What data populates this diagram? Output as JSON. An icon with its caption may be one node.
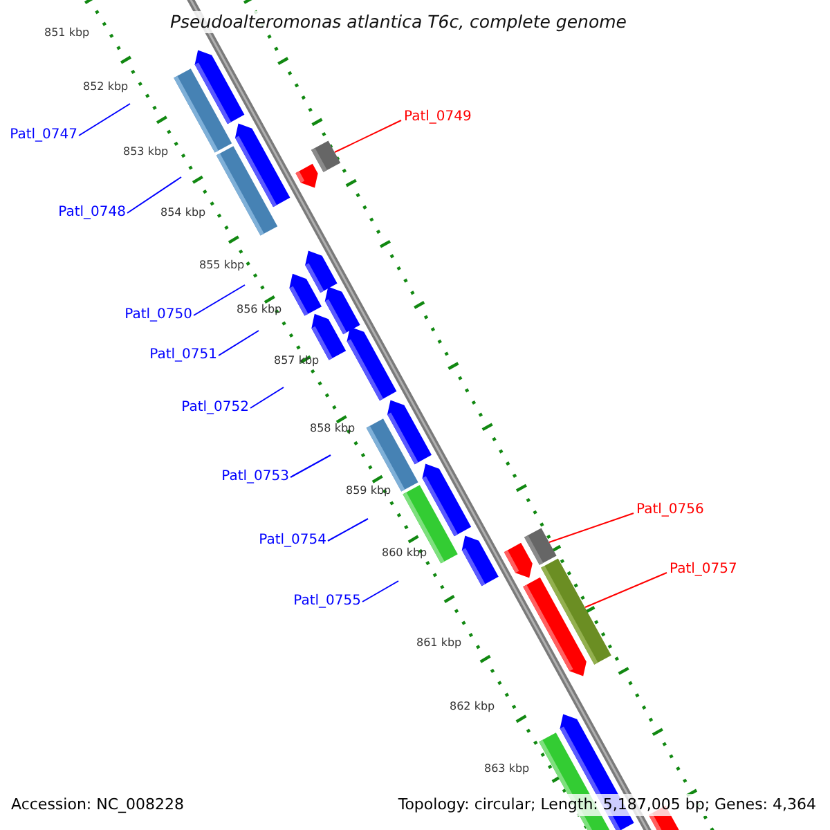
{
  "diagram": {
    "title": "Pseudoalteromonas atlantica T6c, complete genome",
    "nodes": [
      {
        "text": [
          "Patl_0747"
        ]
      },
      {
        "text": [
          "Patl_0748"
        ]
      },
      {
        "text": [
          "Patl_0749"
        ]
      },
      {
        "text": [
          "Patl_0750"
        ]
      },
      {
        "text": [
          "Patl_0751"
        ]
      },
      {
        "text": [
          "Patl_0752"
        ]
      },
      {
        "text": [
          "Patl_0753"
        ]
      },
      {
        "text": [
          "Patl_0754"
        ]
      },
      {
        "text": [
          "Patl_0755"
        ]
      },
      {
        "text": [
          "Patl_0756"
        ]
      },
      {
        "text": [
          "Patl_0757"
        ]
      },
      {
        "text": [],
        "shape": "bar"
      },
      {
        "text": [],
        "shape": "bar"
      },
      {
        "text": [],
        "shape": "bar"
      }
    ],
    "edges": [
      {
        "from": 0,
        "to": null,
        "arrow": "none"
      },
      {
        "from": 1,
        "to": null,
        "arrow": "none"
      },
      {
        "from": 2,
        "to": 11,
        "arrow": "none",
        "color": "#ff0000"
      },
      {
        "from": 3,
        "to": null,
        "arrow": "none"
      },
      {
        "from": 4,
        "to": null,
        "arrow": "none"
      },
      {
        "from": 5,
        "to": null,
        "arrow": "none"
      },
      {
        "from": 6,
        "to": null,
        "arrow": "none"
      },
      {
        "from": 7,
        "to": null,
        "arrow": "none"
      },
      {
        "from": 8,
        "to": null,
        "arrow": "none"
      },
      {
        "from": 9,
        "to": 12,
        "arrow": "none",
        "color": "#ff0000"
      },
      {
        "from": 10,
        "to": 13,
        "arrow": "none",
        "color": "#ff0000"
      }
    ],
    "labels": [
      "851 kbp",
      "852 kbp",
      "853 kbp",
      "854 kbp",
      "855 kbp",
      "856 kbp",
      "857 kbp",
      "858 kbp",
      "859 kbp",
      "860 kbp",
      "861 kbp",
      "862 kbp",
      "863 kbp",
      "Accession: NC_008228",
      "Topology: circular; Length: 5,187,005 bp; Genes: 4,364"
    ]
  }
}
